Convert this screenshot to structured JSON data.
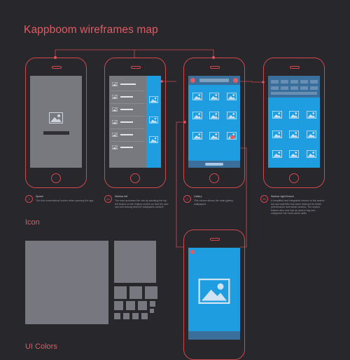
{
  "title": "Kappboom wireframes map",
  "sections": {
    "icon": "Icon",
    "colors": "UI Colors"
  },
  "screens": [
    {
      "id": "1",
      "name": "Splash",
      "desc": "The first conventional screen when opening the app"
    },
    {
      "id": "2a",
      "name": "Sidebar left",
      "desc": "The user accesses the can by pressing the top left button on the Gallery screen so that the user can sort among deal the wallpapers content"
    },
    {
      "id": "2",
      "name": "Gallery",
      "desc": "This screen shows the main gallery wallpapers"
    },
    {
      "id": "2b",
      "name": "Sidebar right/Search",
      "desc": "A simplified and integrated version of the search bar and wall filter has been reduced for better performance and easier access. The search feature also now has an area to tag and categorize the most useful walls"
    }
  ],
  "colors": {
    "accent": "#e35b63",
    "line": "#d2484f",
    "blue": "#1e9de0",
    "gray": "#77777f",
    "bg": "#27272c"
  },
  "icons": {
    "wallpaper": "image-icon"
  }
}
